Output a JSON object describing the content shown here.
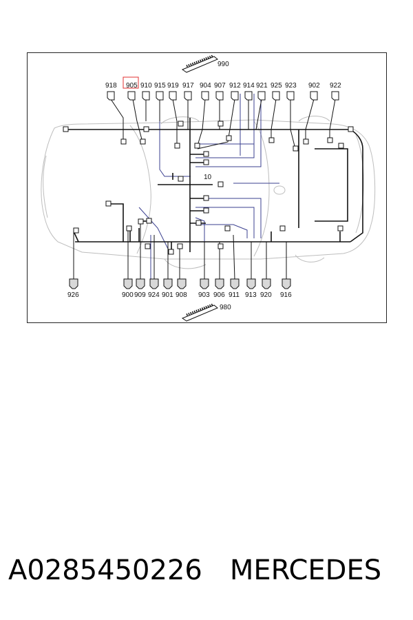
{
  "diagram": {
    "top_connectors": [
      "918",
      "905",
      "910",
      "915",
      "919",
      "917",
      "904",
      "907",
      "912",
      "914",
      "921",
      "925",
      "923",
      "902",
      "922"
    ],
    "bottom_connectors": [
      "926",
      "900",
      "909",
      "924",
      "901",
      "908",
      "903",
      "906",
      "911",
      "913",
      "920",
      "916"
    ],
    "highlighted": "905",
    "block_top": "990",
    "block_bottom": "980",
    "branch_label": "10",
    "colors": {
      "line": "#111111",
      "highlight": "#e03030",
      "outline": "#bdbdbd",
      "wire_blue": "#3a3f8f"
    }
  },
  "caption": {
    "part_number": "A0285450226",
    "brand": "MERCEDES"
  }
}
